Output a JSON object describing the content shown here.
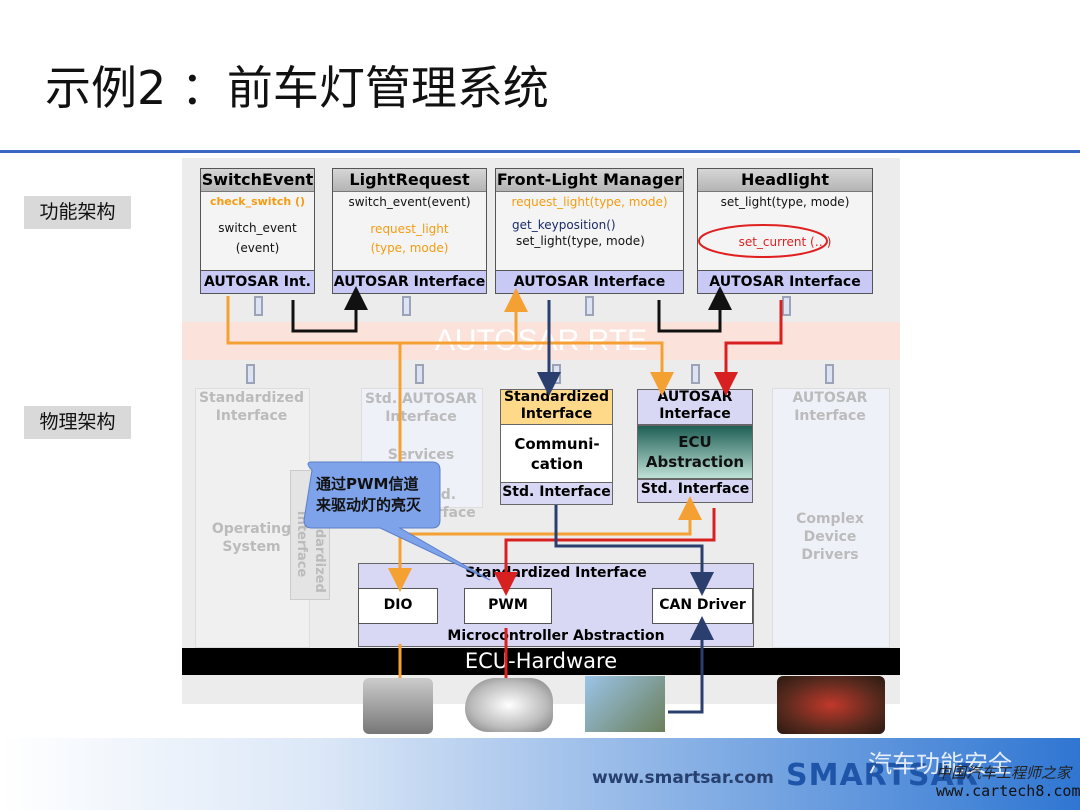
{
  "title": "示例2 ：前车灯管理系统",
  "side_labels": {
    "functional": "功能架构",
    "physical": "物理架构"
  },
  "rte": "AUTOSAR RTE",
  "swc": [
    {
      "title": "SwitchEvent",
      "lines": [
        "check_switch ()",
        "switch_event",
        "(event)"
      ],
      "interface": "AUTOSAR Int."
    },
    {
      "title": "LightRequest",
      "lines": [
        "switch_event(event)",
        "request_light",
        "(type, mode)"
      ],
      "interface": "AUTOSAR Interface"
    },
    {
      "title": "Front-Light Manager",
      "lines": [
        "request_light(type, mode)",
        "get_keyposition()",
        "set_light(type, mode)"
      ],
      "interface": "AUTOSAR Interface"
    },
    {
      "title": "Headlight",
      "lines": [
        "set_light(type, mode)",
        "set_current (…)"
      ],
      "interface": "AUTOSAR Interface"
    }
  ],
  "bsw": {
    "std_interface_left": "Standardized Interface",
    "std_autosar_interface": "Std. AUTOSAR Interface",
    "services": "Services",
    "services_std": "Std. Interface",
    "operating_system": "Operating System",
    "os_standardized": "Standardized Interface",
    "comm_top": "Standardized Interface",
    "comm": "Communi- cation",
    "comm_std": "Std. Interface",
    "ecu_top": "AUTOSAR Interface",
    "ecu_abs": "ECU Abstraction",
    "ecu_std": "Std. Interface",
    "cdd_top": "AUTOSAR Interface",
    "cdd": "Complex Device Drivers",
    "mcal_top": "Standardized Interface",
    "dio": "DIO",
    "pwm": "PWM",
    "can": "CAN Driver",
    "mcal": "Microcontroller Abstraction",
    "ecu_hw": "ECU-Hardware"
  },
  "callout": {
    "line1": "通过PWM信道",
    "line2": "来驱动灯的亮灭"
  },
  "footer": {
    "url": "www.smartsar.com",
    "brand": "SMARTSAR",
    "watermark1": "汽车功能安全",
    "watermark2": "中国汽车工程师之家",
    "watermark3": "www.cartech8.com"
  },
  "colors": {
    "orange": "#f5a033",
    "black": "#111111",
    "red": "#d92020",
    "navy": "#2a3f6e",
    "blue_rule": "#3a66c4"
  }
}
